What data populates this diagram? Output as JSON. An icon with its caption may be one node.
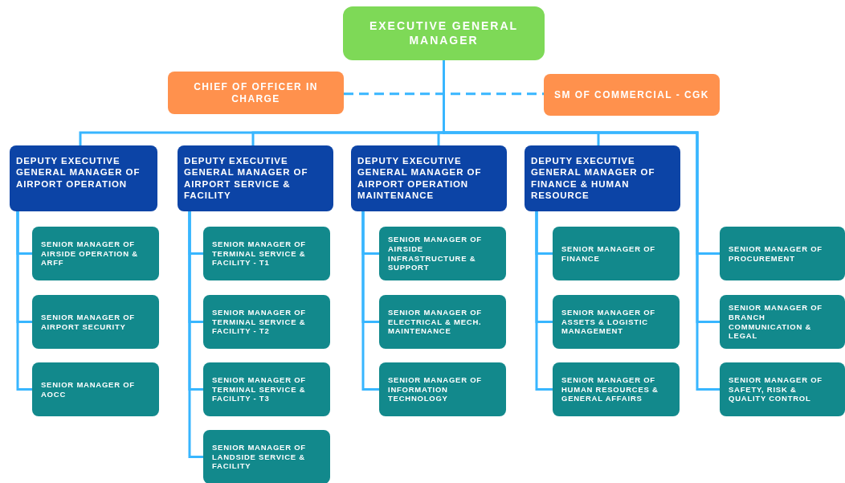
{
  "diagram": {
    "nodes": [
      {
        "text": [
          "EXECUTIVE GENERAL MANAGER"
        ]
      },
      {
        "text": [
          "CHIEF OF OFFICER IN CHARGE"
        ]
      },
      {
        "text": [
          "SM OF COMMERCIAL - CGK"
        ]
      },
      {
        "text": [
          "DEPUTY EXECUTIVE GENERAL MANAGER OF AIRPORT OPERATION"
        ]
      },
      {
        "text": [
          "DEPUTY EXECUTIVE GENERAL MANAGER OF AIRPORT SERVICE & FACILITY"
        ]
      },
      {
        "text": [
          "DEPUTY EXECUTIVE GENERAL MANAGER OF AIRPORT OPERATION MAINTENANCE"
        ]
      },
      {
        "text": [
          "DEPUTY EXECUTIVE GENERAL MANAGER OF FINANCE & HUMAN RESOURCE"
        ]
      },
      {
        "text": [
          "SENIOR MANAGER OF AIRSIDE OPERATION & ARFF"
        ]
      },
      {
        "text": [
          "SENIOR MANAGER OF AIRPORT SECURITY"
        ]
      },
      {
        "text": [
          "SENIOR MANAGER OF AOCC"
        ]
      },
      {
        "text": [
          "SENIOR MANAGER OF TERMINAL SERVICE & FACILITY - T1"
        ]
      },
      {
        "text": [
          "SENIOR MANAGER OF TERMINAL SERVICE & FACILITY - T2"
        ]
      },
      {
        "text": [
          "SENIOR MANAGER OF TERMINAL SERVICE & FACILITY - T3"
        ]
      },
      {
        "text": [
          "SENIOR MANAGER OF LANDSIDE SERVICE & FACILITY"
        ]
      },
      {
        "text": [
          "SENIOR MANAGER OF AIRSIDE INFRASTRUCTURE & SUPPORT"
        ]
      },
      {
        "text": [
          "SENIOR MANAGER OF ELECTRICAL & MECH. MAINTENANCE"
        ]
      },
      {
        "text": [
          "SENIOR MANAGER OF INFORMATION TECHNOLOGY"
        ]
      },
      {
        "text": [
          "SENIOR MANAGER OF FINANCE"
        ]
      },
      {
        "text": [
          "SENIOR MANAGER OF ASSETS & LOGISTIC MANAGEMENT"
        ]
      },
      {
        "text": [
          "SENIOR MANAGER OF HUMAN RESOURCES & GENERAL AFFAIRS"
        ]
      },
      {
        "text": [
          "SENIOR MANAGER OF PROCUREMENT"
        ]
      },
      {
        "text": [
          "SENIOR MANAGER OF BRANCH COMMUNICATION & LEGAL"
        ]
      },
      {
        "text": [
          "SENIOR MANAGER OF SAFETY, RISK & QUALITY CONTROL"
        ]
      }
    ],
    "edges": [
      {
        "from": 1,
        "to": 2,
        "arrow": "none",
        "style": "dashed"
      },
      {
        "from": 0,
        "to": 3,
        "arrow": "none"
      },
      {
        "from": 0,
        "to": 4,
        "arrow": "none"
      },
      {
        "from": 0,
        "to": 5,
        "arrow": "none"
      },
      {
        "from": 0,
        "to": 6,
        "arrow": "none"
      },
      {
        "from": 3,
        "to": 7,
        "arrow": "none"
      },
      {
        "from": 3,
        "to": 8,
        "arrow": "none"
      },
      {
        "from": 3,
        "to": 9,
        "arrow": "none"
      },
      {
        "from": 4,
        "to": 10,
        "arrow": "none"
      },
      {
        "from": 4,
        "to": 11,
        "arrow": "none"
      },
      {
        "from": 4,
        "to": 12,
        "arrow": "none"
      },
      {
        "from": 4,
        "to": 13,
        "arrow": "none"
      },
      {
        "from": 5,
        "to": 14,
        "arrow": "none"
      },
      {
        "from": 5,
        "to": 15,
        "arrow": "none"
      },
      {
        "from": 5,
        "to": 16,
        "arrow": "none"
      },
      {
        "from": 6,
        "to": 17,
        "arrow": "none"
      },
      {
        "from": 6,
        "to": 18,
        "arrow": "none"
      },
      {
        "from": 6,
        "to": 19,
        "arrow": "none"
      },
      {
        "from": 0,
        "to": 20,
        "arrow": "none"
      },
      {
        "from": 0,
        "to": 21,
        "arrow": "none"
      },
      {
        "from": 0,
        "to": 22,
        "arrow": "none"
      }
    ]
  }
}
